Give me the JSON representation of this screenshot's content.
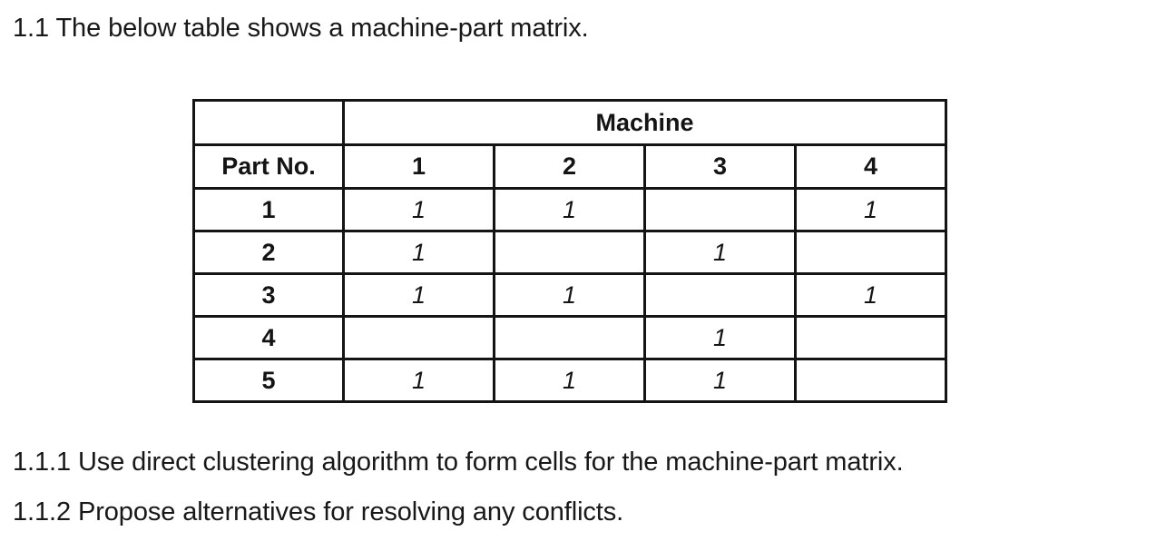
{
  "document": {
    "intro_text": "1.1 The below table shows a machine-part matrix.",
    "question_1": "1.1.1 Use direct clustering algorithm to form cells for the machine-part matrix.",
    "question_2": "1.1.2 Propose alternatives for resolving any conflicts."
  },
  "table": {
    "corner_blank": "",
    "group_header": "Machine",
    "row_header_label": "Part No.",
    "column_headers": [
      "1",
      "2",
      "3",
      "4"
    ],
    "row_labels": [
      "1",
      "2",
      "3",
      "4",
      "5"
    ],
    "rows": [
      {
        "part": "1",
        "cells": [
          "1",
          "1",
          "",
          "1"
        ]
      },
      {
        "part": "2",
        "cells": [
          "1",
          "",
          "1",
          ""
        ]
      },
      {
        "part": "3",
        "cells": [
          "1",
          "1",
          "",
          "1"
        ]
      },
      {
        "part": "4",
        "cells": [
          "",
          "",
          "1",
          ""
        ]
      },
      {
        "part": "5",
        "cells": [
          "1",
          "1",
          "1",
          ""
        ]
      }
    ]
  },
  "chart_data": {
    "type": "table",
    "title": "Machine-part matrix",
    "xlabel": "Machine",
    "ylabel": "Part No.",
    "categories": [
      "1",
      "2",
      "3",
      "4"
    ],
    "row_categories": [
      "1",
      "2",
      "3",
      "4",
      "5"
    ],
    "values": [
      [
        1,
        1,
        0,
        1
      ],
      [
        1,
        0,
        1,
        0
      ],
      [
        1,
        1,
        0,
        1
      ],
      [
        0,
        0,
        1,
        0
      ],
      [
        1,
        1,
        1,
        0
      ]
    ],
    "grid": true,
    "legend": "none"
  },
  "style": {
    "text_color": "#181818",
    "border_color": "#141414",
    "background": "#ffffff"
  }
}
